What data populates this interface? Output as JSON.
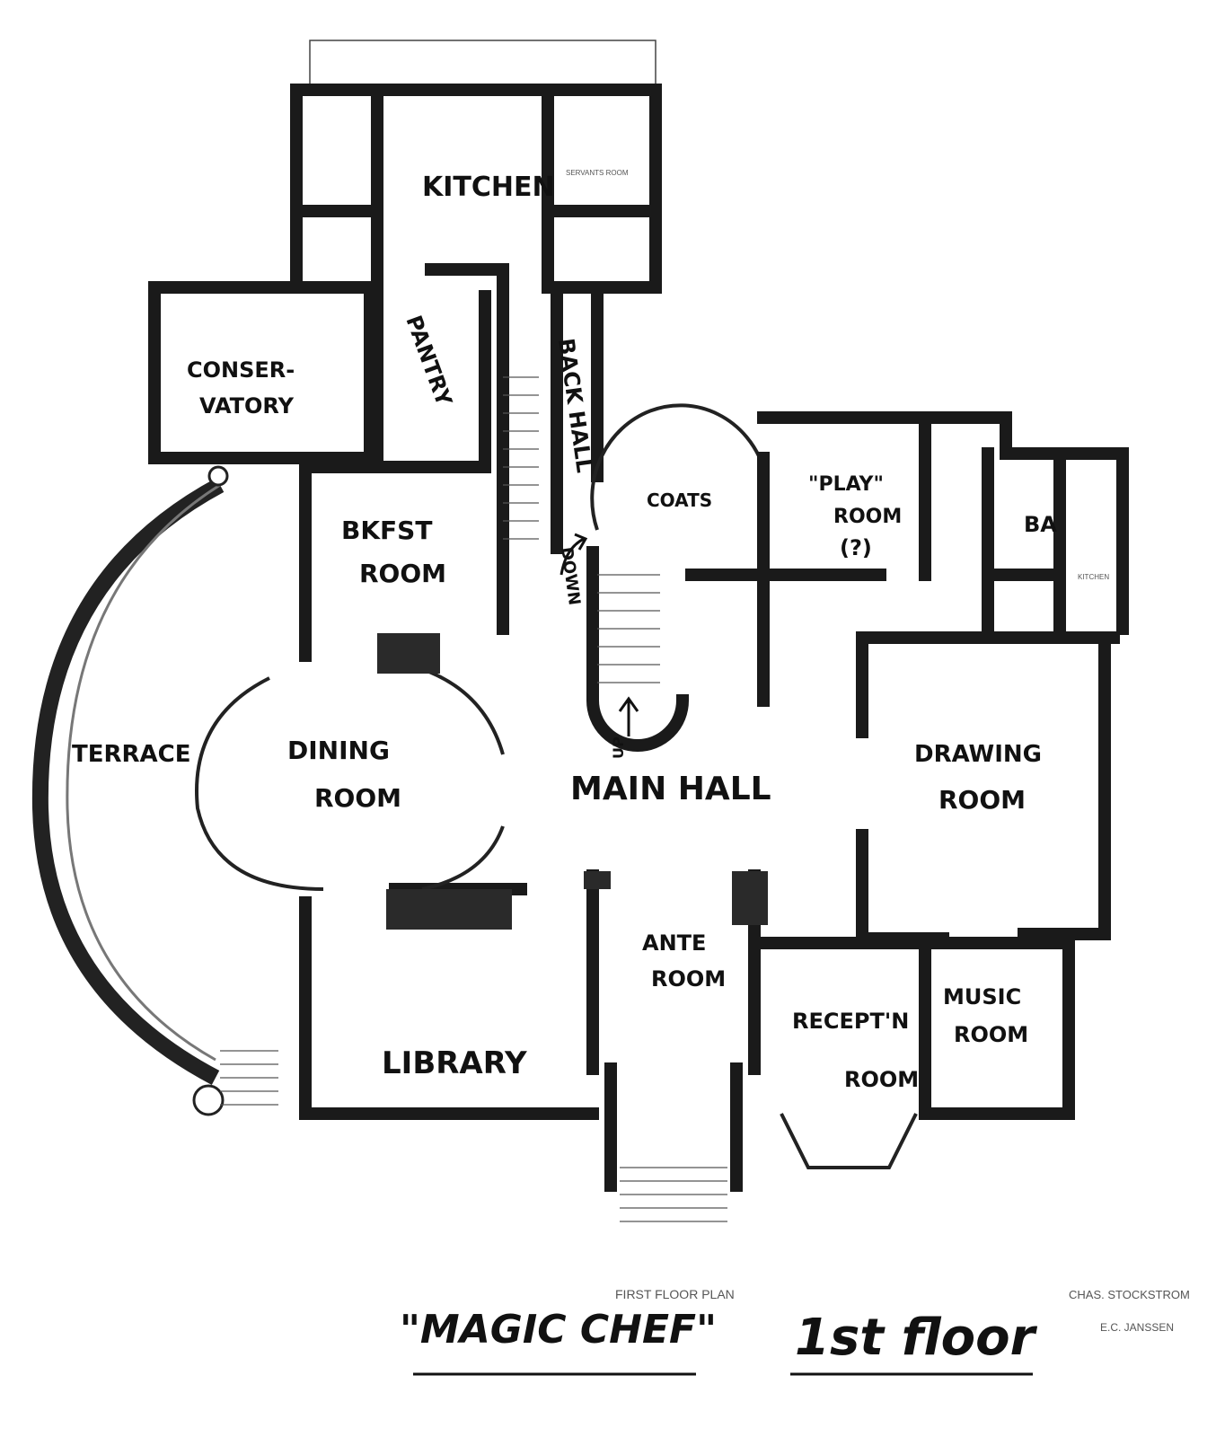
{
  "rooms": {
    "kitchen": "KITCHEN",
    "conservatory_line1": "CONSER-",
    "conservatory_line2": "VATORY",
    "pantry": "PANTRY",
    "back_hall": "BACK HALL",
    "coats": "COATS",
    "play_room_line1": "\"PLAY\"",
    "play_room_line2": "ROOM",
    "play_room_line3": "(?)",
    "bath": "BA",
    "bkfst_line1": "BKFST",
    "bkfst_line2": "ROOM",
    "down": "DOWN",
    "terrace": "TERRACE",
    "dining_line1": "DINING",
    "dining_line2": "ROOM",
    "main_hall": "MAIN HALL",
    "up": "UP",
    "drawing_line1": "DRAWING",
    "drawing_line2": "ROOM",
    "ante_line1": "ANTE",
    "ante_line2": "ROOM",
    "recept_line1": "RECEPT'N",
    "recept_line2": "ROOM",
    "music_line1": "MUSIC",
    "music_line2": "ROOM",
    "library": "LIBRARY"
  },
  "printed": {
    "plan_title": "FIRST FLOOR PLAN",
    "owner": "CHAS. STOCKSTROM",
    "architect": "E.C. JANSSEN",
    "kitchen_subroom": "SERVANTS ROOM",
    "kitchen_corner": "KITCHEN"
  },
  "captions": {
    "house_name": "\"MAGIC CHEF\"",
    "floor_label": "1st floor"
  }
}
